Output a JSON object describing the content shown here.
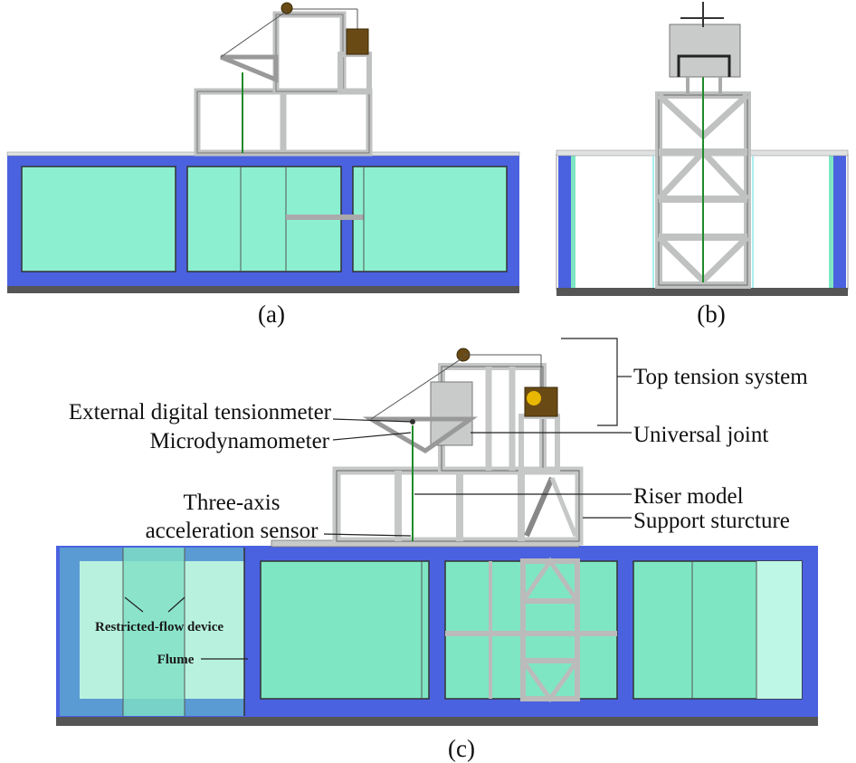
{
  "figure": {
    "captions": {
      "a": "(a)",
      "b": "(b)",
      "c": "(c)"
    },
    "labels": {
      "top_tension_system": "Top tension system",
      "external_tensionmeter": "External digital tensionmeter",
      "microdynamometer": "Microdynamometer",
      "universal_joint": "Universal joint",
      "riser_model": "Riser model",
      "support_structure": "Support sturcture",
      "three_axis_line1": "Three-axis",
      "three_axis_line2": "acceleration sensor",
      "restricted_flow": "Restricted-flow device",
      "flume": "Flume"
    },
    "colors": {
      "flume_blue": "#4a62e0",
      "water": "#8cf0d0",
      "frame_grey": "#d4d6d6",
      "riser_green": "#1e8a2a",
      "motor_brown": "#6a4a14"
    }
  }
}
